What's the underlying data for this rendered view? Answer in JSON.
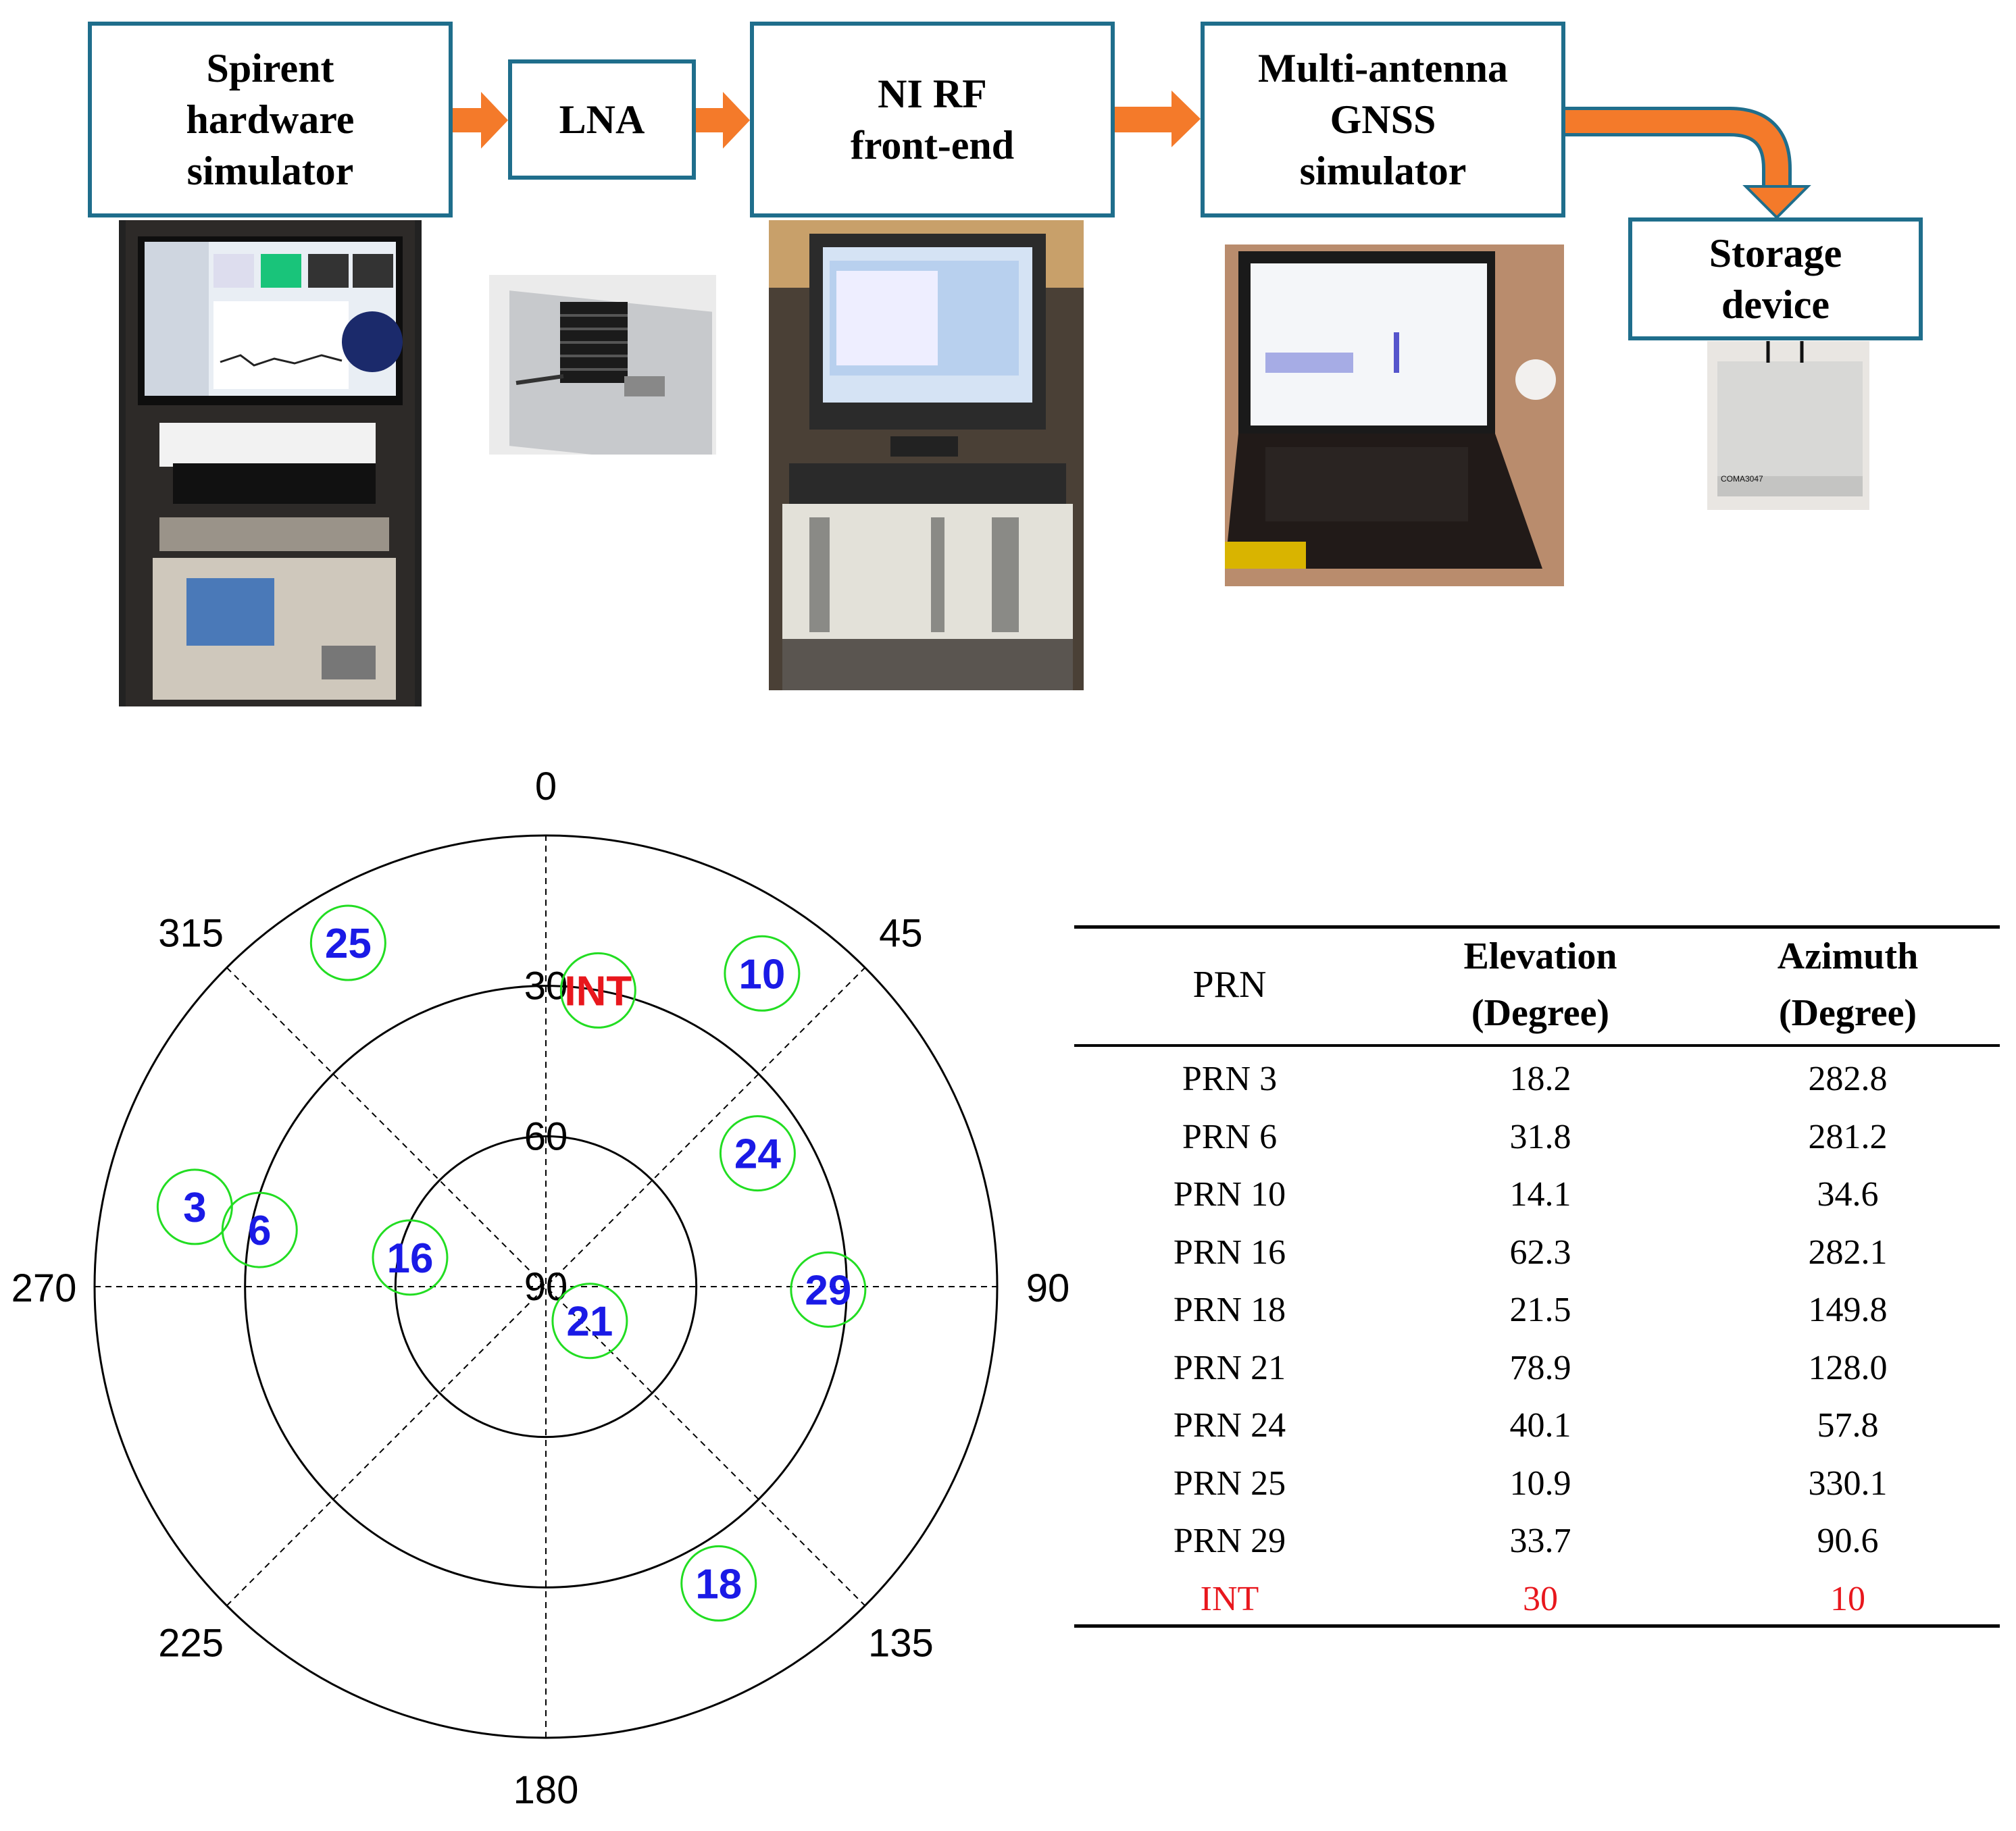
{
  "flow": {
    "boxes": [
      {
        "id": "spirent",
        "label": "Spirent\nhardware\nsimulator"
      },
      {
        "id": "lna",
        "label": "LNA"
      },
      {
        "id": "nirf",
        "label": "NI RF\nfront-end"
      },
      {
        "id": "multi",
        "label": "Multi-antenna\nGNSS\nsimulator"
      },
      {
        "id": "storage",
        "label": "Storage\ndevice"
      }
    ],
    "arrow_color": "#f47a2a",
    "box_border_color": "#1f6e8c",
    "photos": [
      {
        "name": "spirent-photo",
        "label": ""
      },
      {
        "name": "lna-photo",
        "label": ""
      },
      {
        "name": "nirf-photo",
        "label": ""
      },
      {
        "name": "laptop-photo",
        "label": ""
      },
      {
        "name": "storage-photo",
        "label": "COMA3047"
      }
    ]
  },
  "skyplot": {
    "azimuth_labels": [
      "0",
      "45",
      "90",
      "135",
      "180",
      "225",
      "270",
      "315"
    ],
    "elevation_labels": [
      "30",
      "60",
      "90"
    ],
    "satellites": [
      {
        "prn": "3",
        "elevation": 18.2,
        "azimuth": 282.8
      },
      {
        "prn": "6",
        "elevation": 31.8,
        "azimuth": 281.2
      },
      {
        "prn": "10",
        "elevation": 14.1,
        "azimuth": 34.6
      },
      {
        "prn": "16",
        "elevation": 62.3,
        "azimuth": 282.1
      },
      {
        "prn": "18",
        "elevation": 21.5,
        "azimuth": 149.8
      },
      {
        "prn": "21",
        "elevation": 78.9,
        "azimuth": 128.0
      },
      {
        "prn": "24",
        "elevation": 40.1,
        "azimuth": 57.8
      },
      {
        "prn": "25",
        "elevation": 10.9,
        "azimuth": 330.1
      },
      {
        "prn": "29",
        "elevation": 33.7,
        "azimuth": 90.6
      }
    ],
    "interference": {
      "label": "INT",
      "elevation": 30,
      "azimuth": 10
    },
    "satellite_color": "#1a1ae6",
    "interference_color": "#e8171d",
    "marker_color": "#22dd22"
  },
  "table": {
    "headers": [
      "PRN",
      "Elevation\n(Degree)",
      "Azimuth\n(Degree)"
    ],
    "rows": [
      [
        "PRN 3",
        "18.2",
        "282.8"
      ],
      [
        "PRN 6",
        "31.8",
        "281.2"
      ],
      [
        "PRN 10",
        "14.1",
        "34.6"
      ],
      [
        "PRN 16",
        "62.3",
        "282.1"
      ],
      [
        "PRN 18",
        "21.5",
        "149.8"
      ],
      [
        "PRN 21",
        "78.9",
        "128.0"
      ],
      [
        "PRN 24",
        "40.1",
        "57.8"
      ],
      [
        "PRN 25",
        "10.9",
        "330.1"
      ],
      [
        "PRN 29",
        "33.7",
        "90.6"
      ]
    ],
    "int_row": [
      "INT",
      "30",
      "10"
    ],
    "int_color": "#e8171d"
  }
}
